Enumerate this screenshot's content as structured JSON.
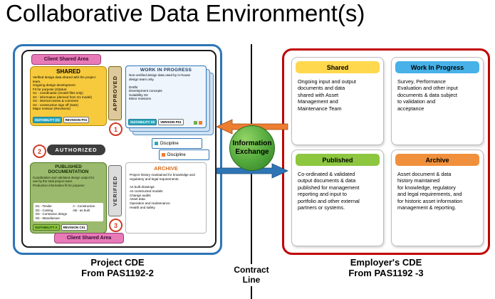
{
  "title": "Collaborative Data Environment(s)",
  "colors": {
    "project_border": "#2e75b6",
    "employer_border": "#c00000",
    "shared_yellow": "#ffd84d",
    "wip_blue": "#47b1e8",
    "published_green": "#8dc63f",
    "archive_orange": "#ed7d31",
    "exchange_green": "#51a83b",
    "arrow_orange": "#ed7d31",
    "arrow_blue": "#2e75b6"
  },
  "left": {
    "caption1": "Project CDE",
    "caption2": "From PAS1192-2",
    "client_shared_top": "Client Shared Area",
    "client_shared_bottom": "Client Shared Area",
    "shared": {
      "title": "SHARED",
      "body": "Verified design data shared with the project\nteam.\nOngoing design development\nFit for purpose (S)tatus:\nS1 - coordination (model files only)\nS2 - information (derived from S1 model)\nS3 - internal review & comment\nS4 - construction sign off (S&S)\nMajor revision (Revisions)",
      "badge1": "SUITABILITY (S)",
      "badge2": "REVISION P01"
    },
    "approved_label": "APPROVED",
    "step1": "1",
    "wip": {
      "title": "WORK IN PROGRESS",
      "body": "Non-verified design data used by in-house\ndesign team only.\n\nDrafts\nDevelopment concepts\nSuitability S0\nMinor revisions",
      "badge1": "SUITABILITY S0",
      "badge2": "VERSION P01",
      "discipline1": "Discipline",
      "discipline2": "Discipline"
    },
    "step2": "2",
    "authorized_label": "AUTHORIZED",
    "published": {
      "title": "PUBLISHED\nDOCUMENTATION",
      "body": "Coordination and validated design output for\nuse by the total project team.\nProduction information fit for purpose:",
      "codes_left": "D1 - Tender\nD2 - Costing\nD3 - Contractor design\nD4 - Manufacture",
      "codes_right": "A - Construction\nAB - as built",
      "badge1": "SUITABILITY A",
      "badge2": "REVISION C01"
    },
    "verified_label": "VERIFIED",
    "step3": "3",
    "archive": {
      "title": "ARCHIVE",
      "body": "Project history maintained for knowledge and\nregulatory and legal requirements.\n\nAs built drawings\nAs constructed models\nChange audits\nAsset data\nOperation and maintenance\nHealth and safety"
    }
  },
  "center": {
    "exchange": "Information\nExchange",
    "contract": "Contract\nLine"
  },
  "right": {
    "caption1": "Employer's CDE",
    "caption2": "From PAS1192 -3",
    "cards": [
      {
        "title": "Shared",
        "body": "Ongoing input and output\ndocuments and data\nshared with Asset\nManagement and\nMaintenance Team"
      },
      {
        "title": "Work In Progress",
        "body": "Survey, Performance\nEvaluation and other input\ndocuments & data subject\nto validation and\nacceptance"
      },
      {
        "title": "Published",
        "body": "Co-ordinated & validated\noutput documents & data\npublished for management\nreporting and input to\nportfolio and other external\npartners or systems."
      },
      {
        "title": "Archive",
        "body": "Asset document & data\nhistory maintained\nfor knowledge, regulatory\nand legal requirements, and\nfor historic asset information\nmanagement & reporting."
      }
    ]
  }
}
